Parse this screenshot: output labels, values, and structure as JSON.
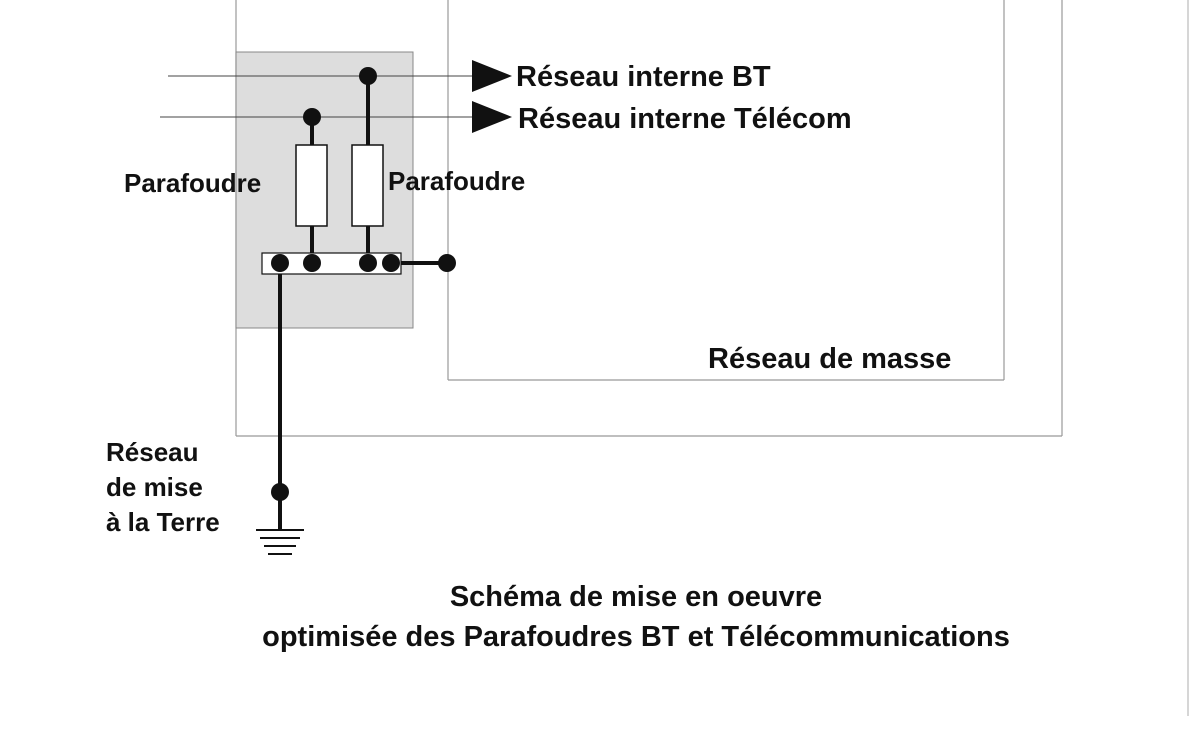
{
  "labels": {
    "reseau_bt": "Réseau interne BT",
    "reseau_telecom": "Réseau interne Télécom",
    "parafoudre_left": "Parafoudre",
    "parafoudre_right": "Parafoudre",
    "reseau_masse": "Réseau de masse",
    "terre_line1": "Réseau",
    "terre_line2": "de mise",
    "terre_line3": "à la Terre"
  },
  "caption": {
    "line1": "Schéma de mise en oeuvre",
    "line2": "optimisée des Parafoudres BT et Télécommunications"
  },
  "colors": {
    "box_fill": "#dddddd",
    "frame_stroke": "#999999",
    "wire": "#111111"
  }
}
